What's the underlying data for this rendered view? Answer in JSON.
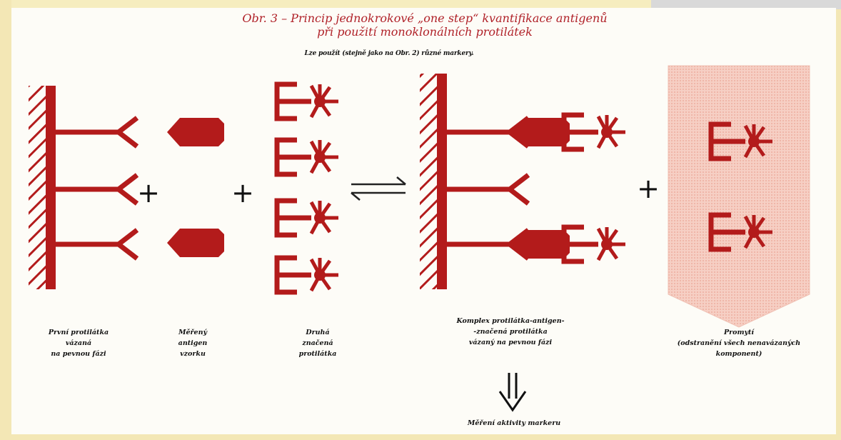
{
  "title": {
    "line1": "Obr. 3 – Princip jednokrokové „one step“ kvantifikace antigenů",
    "line2": "při použití monoklonálních protilátek"
  },
  "subtitle": "Lze použít (stejně jako na Obr. 2) různé markery.",
  "symbols": {
    "plus": "+"
  },
  "colors": {
    "primary": "#b31b1b",
    "wash_box": "#f4c8bc",
    "background": "#fdfcf7"
  },
  "labels": {
    "first_antibody": [
      "První protilátka",
      "vázaná",
      "na pevnou fázi"
    ],
    "measured_antigen": [
      "Měřený",
      "antigen",
      "vzorku"
    ],
    "second_antibody": [
      "Druhá",
      "značená",
      "protilátka"
    ],
    "complex": [
      "Komplex protilátka-antigen-",
      "-značená protilátka",
      "vázaný na pevnou fázi"
    ],
    "wash": [
      "Promytí",
      "(odstranění všech nenavázaných",
      "komponent)"
    ],
    "measurement": "Měření aktivity markeru"
  }
}
